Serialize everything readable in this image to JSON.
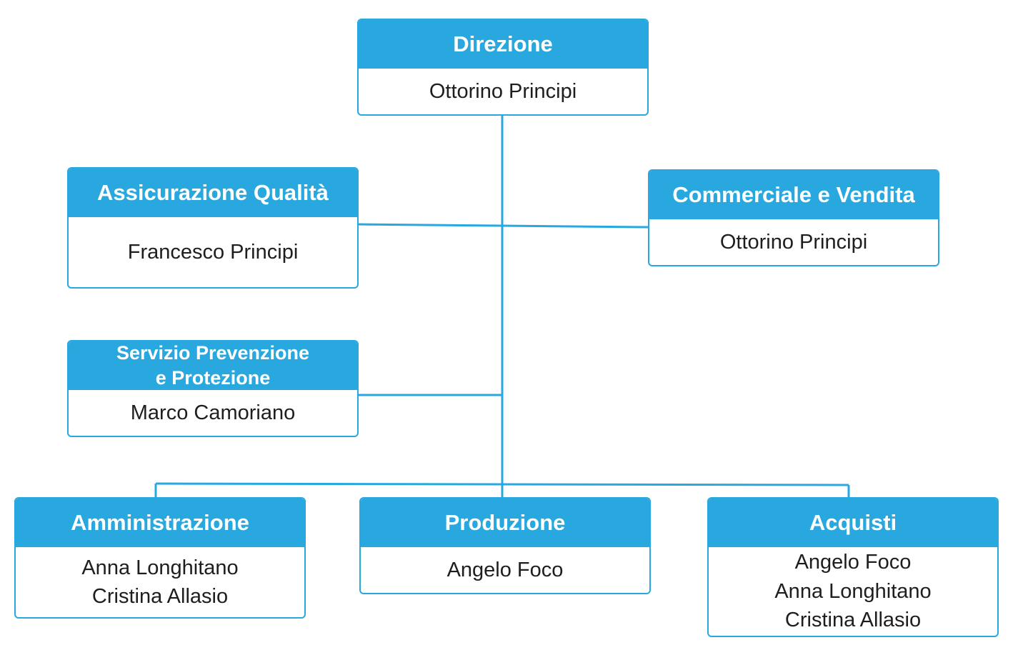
{
  "nodes": {
    "direzione": {
      "title": "Direzione",
      "people": [
        "Ottorino Principi"
      ]
    },
    "assicurazione": {
      "title": "Assicurazione Qualità",
      "people": [
        "Francesco Principi"
      ]
    },
    "commerciale": {
      "title": "Commerciale e Vendita",
      "people": [
        "Ottorino Principi"
      ]
    },
    "servizio": {
      "title_lines": [
        "Servizio Prevenzione",
        "e Protezione"
      ],
      "people": [
        "Marco Camoriano"
      ]
    },
    "amministrazione": {
      "title": "Amministrazione",
      "people": [
        "Anna Longhitano",
        "Cristina Allasio"
      ]
    },
    "produzione": {
      "title": "Produzione",
      "people": [
        "Angelo Foco"
      ]
    },
    "acquisti": {
      "title": "Acquisti",
      "people": [
        "Angelo Foco",
        "Anna Longhitano",
        "Cristina Allasio"
      ]
    }
  },
  "colors": {
    "accent": "#29a8e0",
    "text": "#1e1e1e",
    "header_text": "#ffffff"
  }
}
